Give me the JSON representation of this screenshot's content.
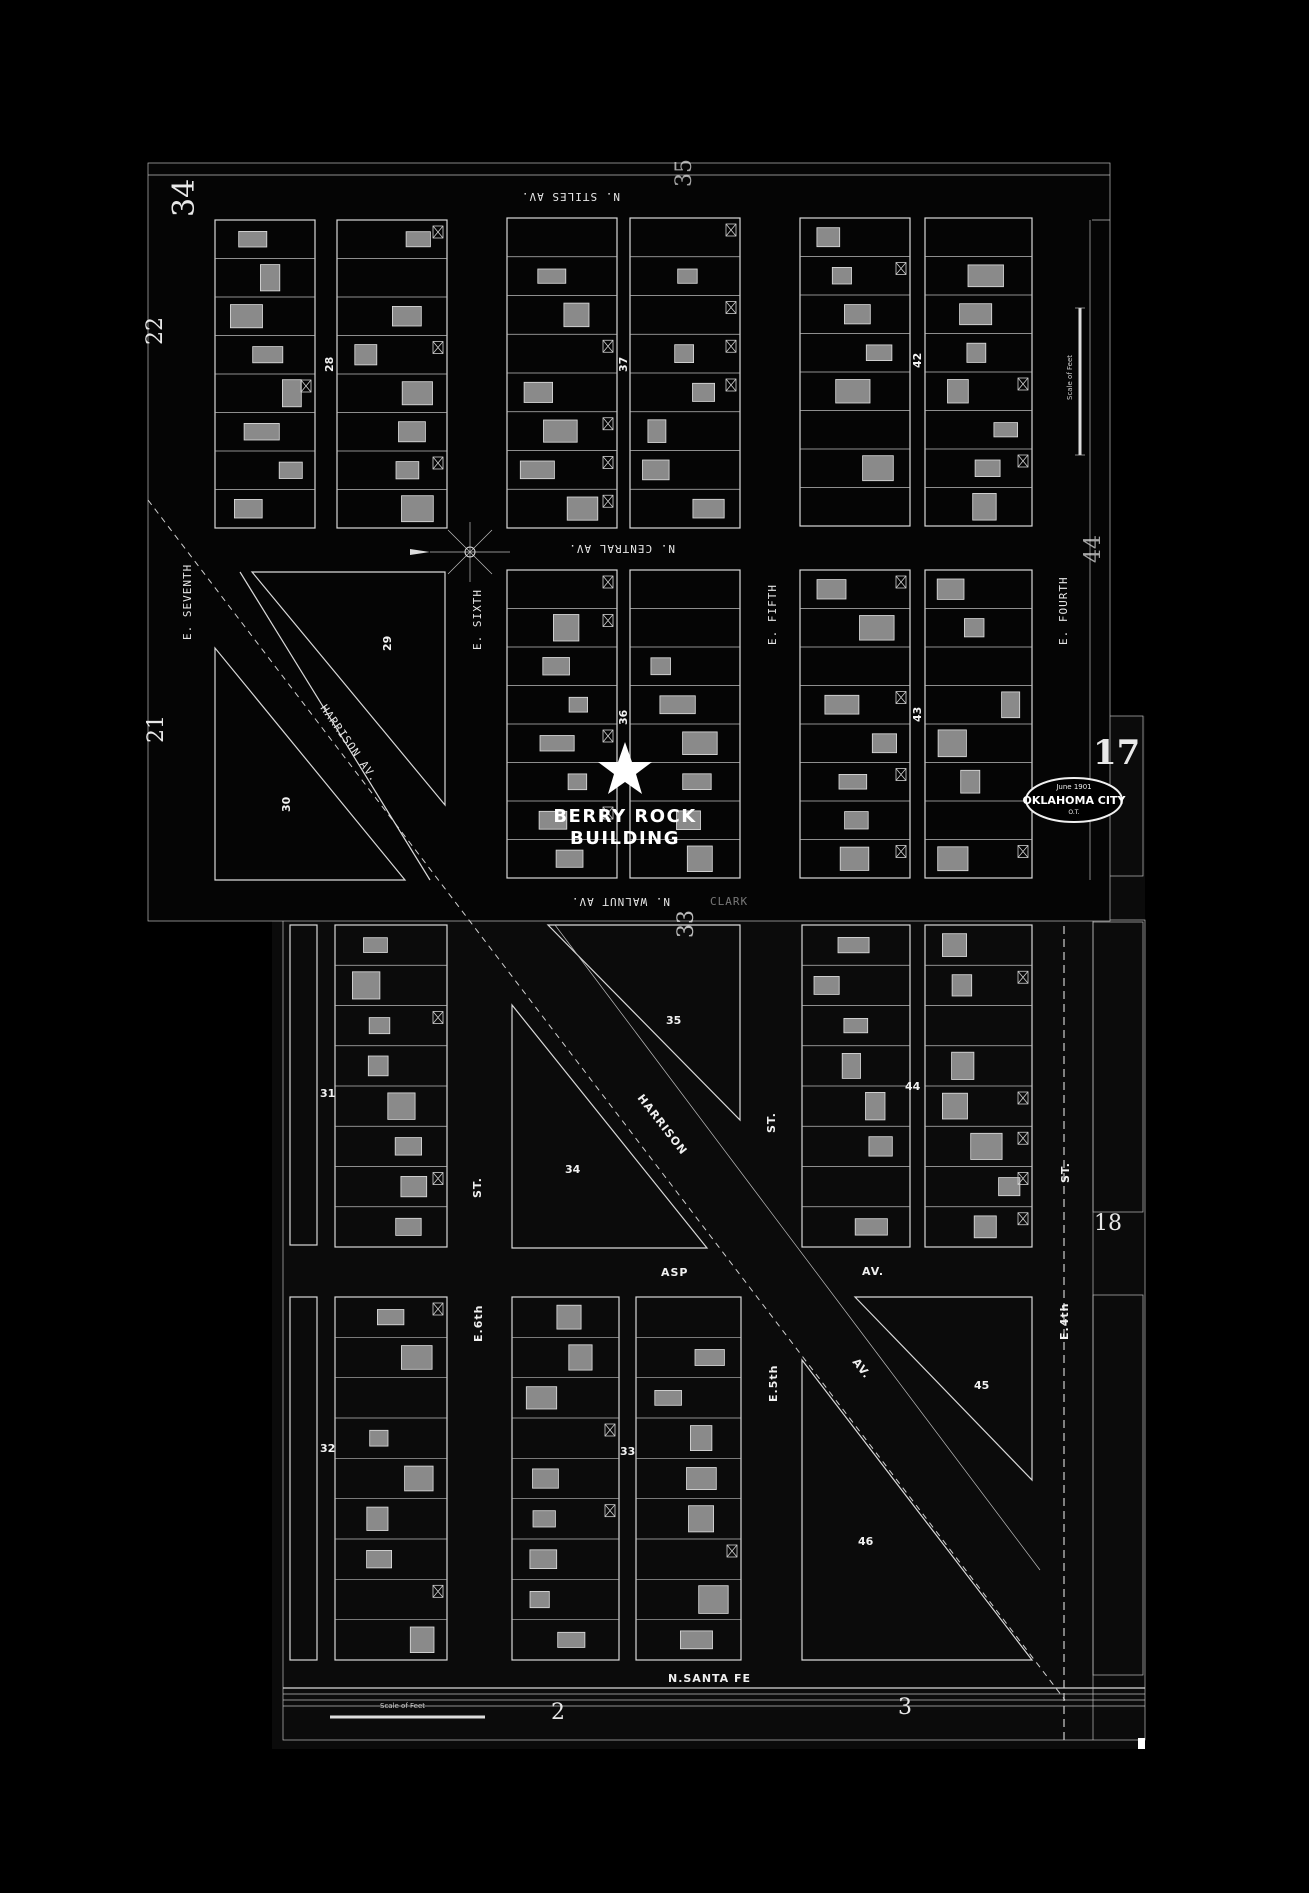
{
  "sheet": {
    "upper_sheet_number": "34",
    "upper_top_number": "35",
    "upper_left_numbers": [
      "22",
      "21"
    ],
    "upper_right_number": "44",
    "lower_sheet_number": "17",
    "lower_bottom_numbers": [
      "2",
      "3"
    ],
    "lower_right_number": "18",
    "lower_inner_number": "33"
  },
  "stamp": {
    "date": "June 1901",
    "city": "OKLAHOMA CITY",
    "territory": "O.T."
  },
  "marker": {
    "line1": "BERRY ROCK",
    "line2": "BUILDING"
  },
  "streets": {
    "stiles": "N. STILES AV.",
    "central": "N. CENTRAL AV.",
    "walnut": "N. WALNUT AV.",
    "seventh": "E. SEVENTH",
    "sixth": "E. SIXTH",
    "fifth": "E. FIFTH",
    "fourth": "E. FOURTH",
    "harrison_upper": "HARRISON AV.",
    "harrison_lower": "HARRISON",
    "harrison_av": "AV.",
    "st_left": "ST.",
    "st_mid": "ST.",
    "st_right": "ST.",
    "asp": "ASP",
    "asp_av": "AV.",
    "e6th": "E.6th",
    "e5th": "E.5th",
    "e4th": "E.4th",
    "santa_fe": "N.SANTA FE",
    "clark": "CLARK"
  },
  "blocks": {
    "upper": [
      "28",
      "37",
      "42",
      "29",
      "36",
      "43",
      "30"
    ],
    "lower": [
      "31",
      "34",
      "35",
      "44",
      "32",
      "33",
      "45",
      "46"
    ]
  },
  "scale_label": "Scale of Feet",
  "colors": {
    "background": "#000000",
    "map_ink": "#d9d9d9",
    "building_fill": "#8a8a8a",
    "marker": "#ffffff"
  }
}
